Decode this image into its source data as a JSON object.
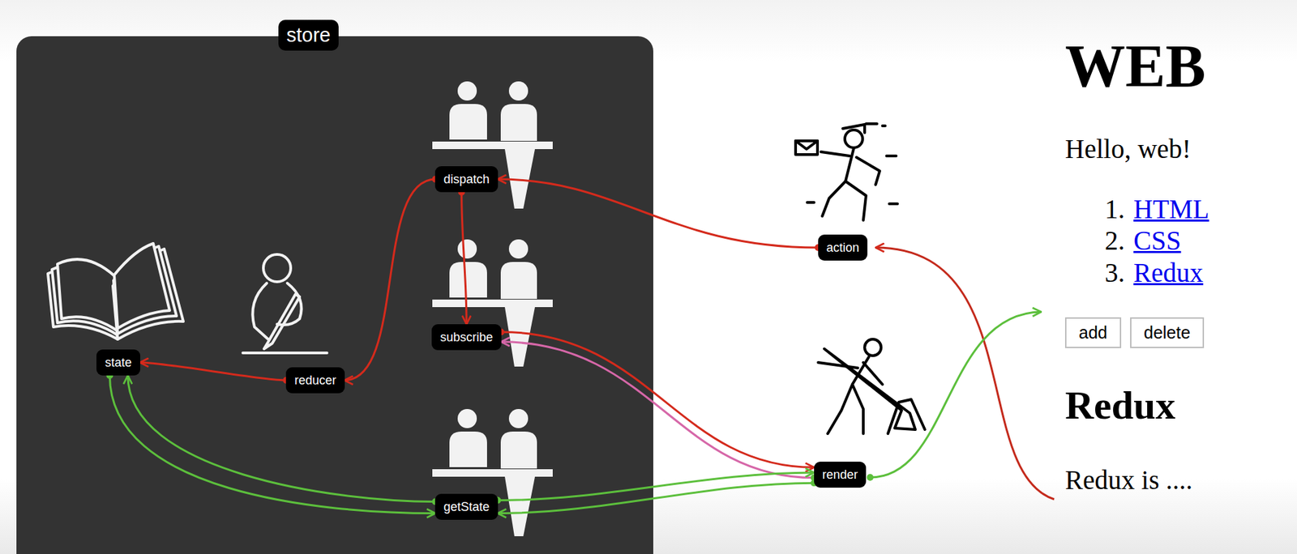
{
  "diagram": {
    "nodes": [
      {
        "text": [
          "store"
        ]
      },
      {
        "text": [
          "dispatch"
        ],
        "in": 0
      },
      {
        "text": [
          "subscribe"
        ],
        "in": 0
      },
      {
        "text": [
          "state"
        ],
        "in": 0
      },
      {
        "text": [
          "reducer"
        ],
        "in": 0
      },
      {
        "text": [
          "getState"
        ],
        "in": 0
      },
      {
        "text": [
          "action"
        ]
      },
      {
        "text": [
          "render"
        ]
      },
      {
        "text": [
          "add"
        ]
      },
      {
        "text": [
          "delete"
        ]
      }
    ],
    "edges": [
      {
        "from": 6,
        "to": 1,
        "arrow": "to"
      },
      {
        "from": 1,
        "to": 4,
        "arrow": "to"
      },
      {
        "from": 4,
        "to": 3,
        "arrow": "to"
      },
      {
        "from": 1,
        "to": 2,
        "arrow": "to"
      },
      {
        "from": 2,
        "to": 7,
        "arrow": "to"
      },
      {
        "from": 7,
        "to": 2,
        "arrow": "to"
      },
      {
        "from": 5,
        "to": 7,
        "arrow": "to"
      },
      {
        "from": 7,
        "to": 5,
        "arrow": "to"
      },
      {
        "from": 5,
        "to": 3,
        "arrow": "to"
      },
      {
        "from": 3,
        "to": 5,
        "arrow": "to"
      }
    ],
    "labels": [
      "WEB",
      "Hello, web!",
      "1.",
      "HTML",
      "2.",
      "CSS",
      "3.",
      "Redux",
      "Redux",
      "Redux is ...."
    ]
  }
}
